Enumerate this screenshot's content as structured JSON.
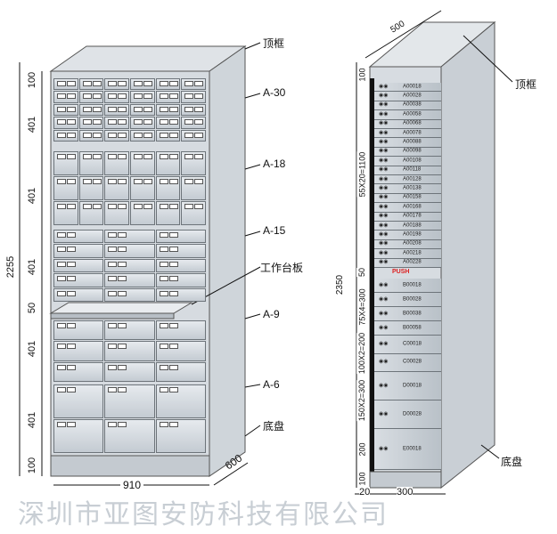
{
  "left_cabinet": {
    "labels": [
      "顶框",
      "A-30",
      "A-18",
      "A-15",
      "工作台板",
      "A-9",
      "A-6",
      "底盘"
    ],
    "height_dims": [
      "100",
      "401",
      "401",
      "401",
      "50",
      "401",
      "401",
      "100"
    ],
    "total_height": "2255",
    "width": "910",
    "depth": "600"
  },
  "right_cabinet": {
    "top_label": "顶框",
    "base_label": "底盘",
    "depth": "500",
    "total_height": "2350",
    "height_dims": [
      "100",
      "55X20=1100",
      "50",
      "75X4=300",
      "100X2=200",
      "150X2=300",
      "200",
      "100"
    ],
    "bottom_dims": [
      "20",
      "300"
    ],
    "push_label": "PUSH",
    "boxes_a": [
      "A00018",
      "A00028",
      "A00038",
      "A00058",
      "A00068",
      "A00078",
      "A00088",
      "A00098",
      "A00108",
      "A00118",
      "A00128",
      "A00138",
      "A00158",
      "A00168",
      "A00178",
      "A00188",
      "A00198",
      "A00208",
      "A00218",
      "A00228"
    ],
    "boxes_b": [
      "B00018",
      "B00028",
      "B00038",
      "B00058"
    ],
    "boxes_c": [
      "C00018",
      "C00028"
    ],
    "boxes_d": [
      "D00018",
      "D00028"
    ],
    "boxes_e": [
      "E00018"
    ]
  },
  "watermark": "深圳市亚图安防科技有限公司"
}
